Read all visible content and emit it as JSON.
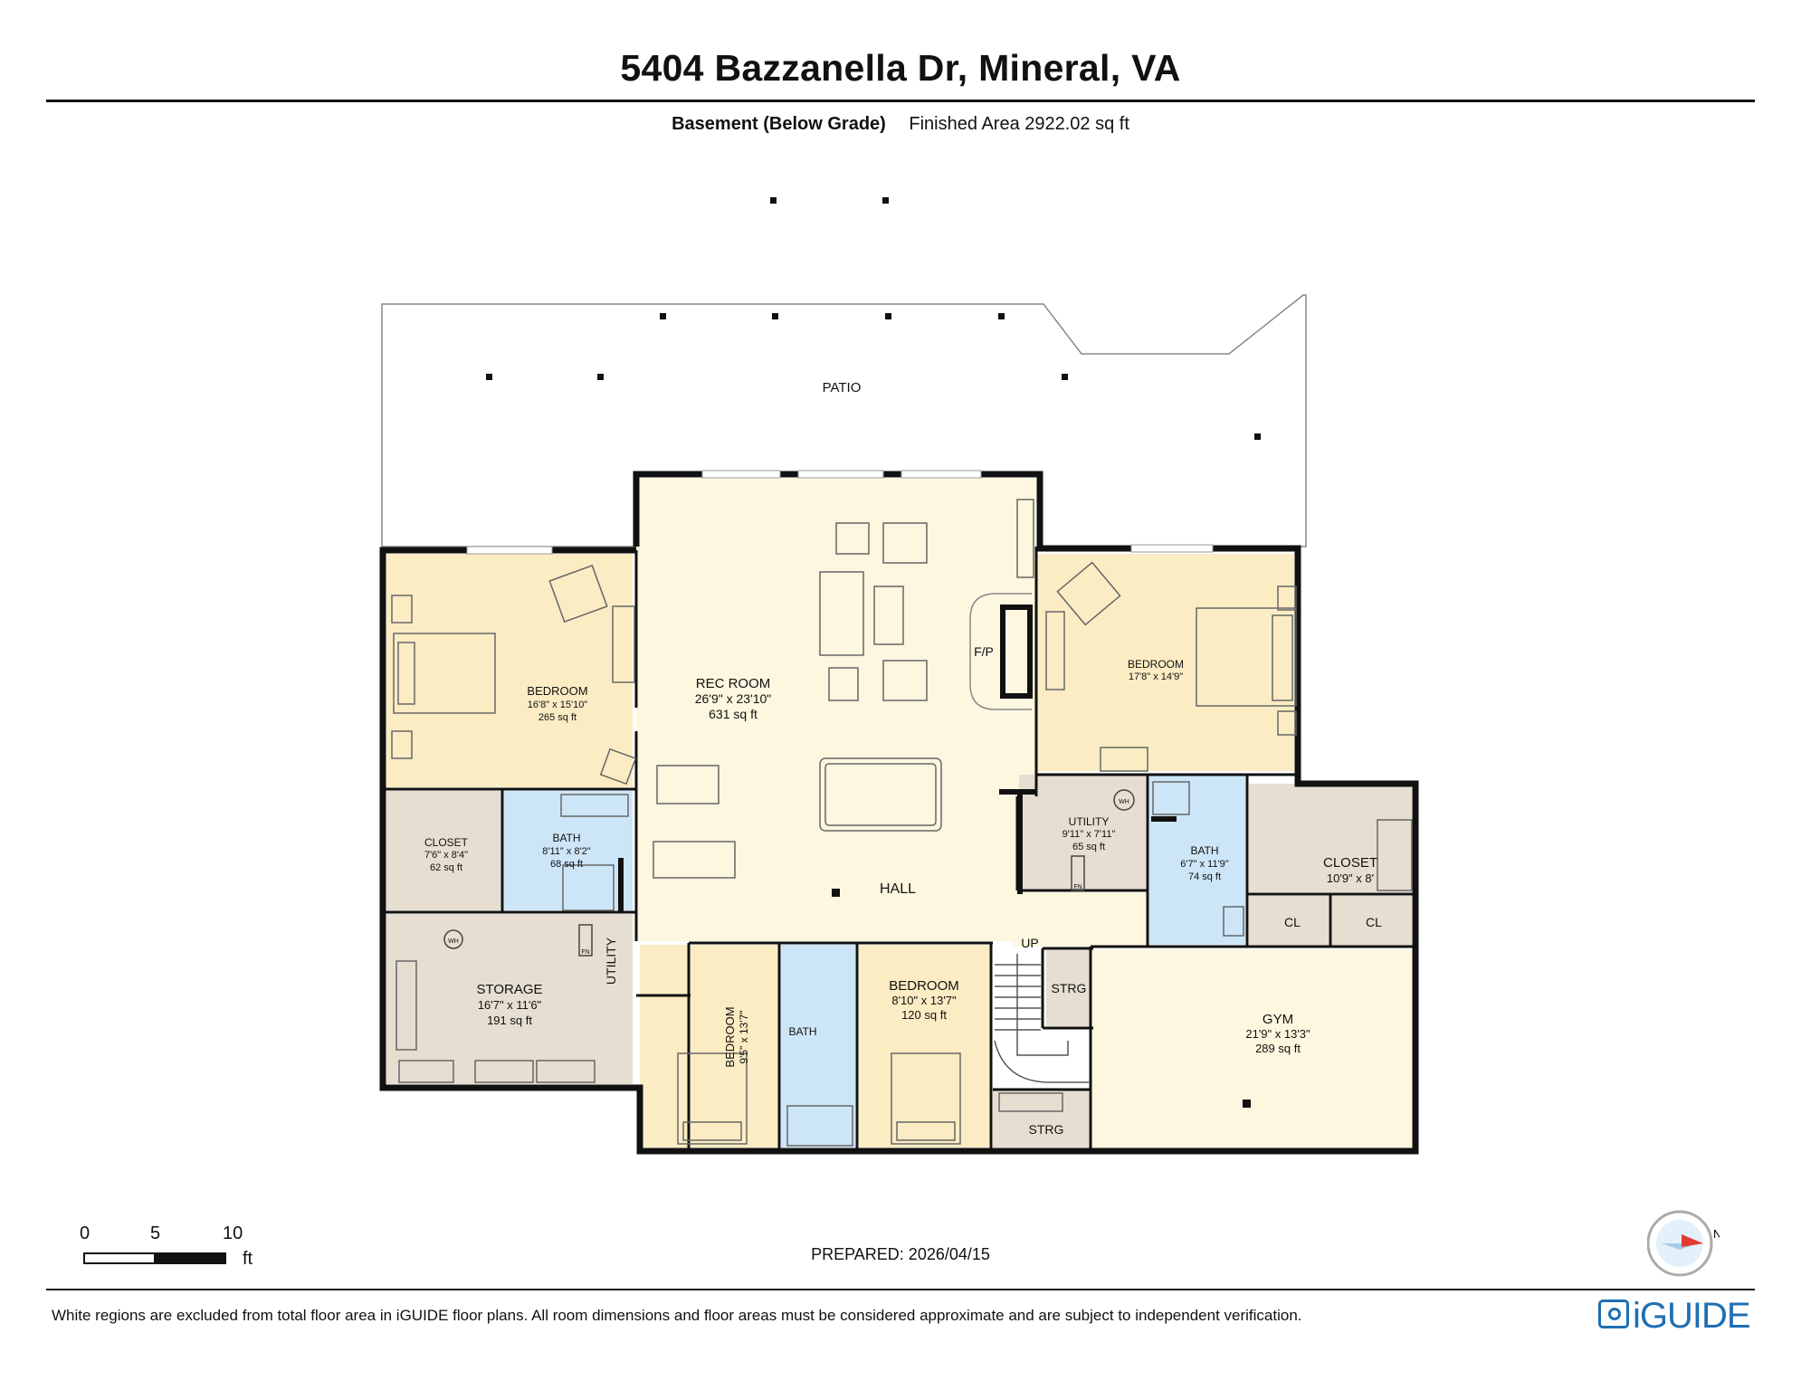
{
  "header": {
    "title": "5404 Bazzanella Dr, Mineral, VA",
    "level": "Basement (Below Grade)",
    "finished_area": "Finished Area 2922.02 sq ft"
  },
  "rooms": {
    "patio": {
      "name": "PATIO"
    },
    "bedroom_west": {
      "name": "BEDROOM",
      "dims": "16'8\" x 15'10\"",
      "area": "265 sq ft"
    },
    "rec_room": {
      "name": "REC ROOM",
      "dims": "26'9\" x 23'10\"",
      "area": "631 sq ft"
    },
    "fireplace": {
      "name": "F/P"
    },
    "bedroom_east": {
      "name": "BEDROOM",
      "dims": "17'8\" x 14'9\""
    },
    "closet_west": {
      "name": "CLOSET",
      "dims": "7'6\" x 8'4\"",
      "area": "62 sq ft"
    },
    "bath_west": {
      "name": "BATH",
      "dims": "8'11\" x 8'2\"",
      "area": "68 sq ft"
    },
    "utility_east": {
      "name": "UTILITY",
      "dims": "9'11\" x 7'11\"",
      "area": "65 sq ft"
    },
    "bath_east": {
      "name": "BATH",
      "dims": "6'7\" x 11'9\"",
      "area": "74 sq ft"
    },
    "closet_east": {
      "name": "CLOSET",
      "dims": "10'9\" x 8'"
    },
    "hall": {
      "name": "HALL"
    },
    "storage": {
      "name": "STORAGE",
      "dims": "16'7\" x 11'6\"",
      "area": "191 sq ft"
    },
    "utility_west": {
      "name": "UTILITY"
    },
    "bedroom_south1": {
      "name": "BEDROOM",
      "dims": "9'5\" x 13'7\""
    },
    "bath_south": {
      "name": "BATH"
    },
    "bedroom_south2": {
      "name": "BEDROOM",
      "dims": "8'10\" x 13'7\"",
      "area": "120 sq ft"
    },
    "stairs": {
      "name": "UP"
    },
    "strg_upper": {
      "name": "STRG"
    },
    "strg_lower": {
      "name": "STRG"
    },
    "cl_1": {
      "name": "CL"
    },
    "cl_2": {
      "name": "CL"
    },
    "gym": {
      "name": "GYM",
      "dims": "21'9\" x 13'3\"",
      "area": "289 sq ft"
    },
    "wh_label": "WH",
    "fn_label": "FN"
  },
  "scale": {
    "marks": [
      "0",
      "5",
      "10"
    ],
    "unit": "ft"
  },
  "footer": {
    "prepared": "PREPARED: 2026/04/15",
    "disclaimer": "White regions are excluded from total floor area in iGUIDE floor plans. All room dimensions and floor areas must be considered approximate and are subject to independent verification.",
    "logo": "iGUIDE",
    "north": "N"
  },
  "colors": {
    "bedroom": "#fbecc3",
    "rec_room": "#fdf7df",
    "bath": "#cde6f7",
    "closet": "#e6ded0",
    "gym": "#fdf7df",
    "wall": "#111111",
    "logo": "#1f6fb3"
  }
}
